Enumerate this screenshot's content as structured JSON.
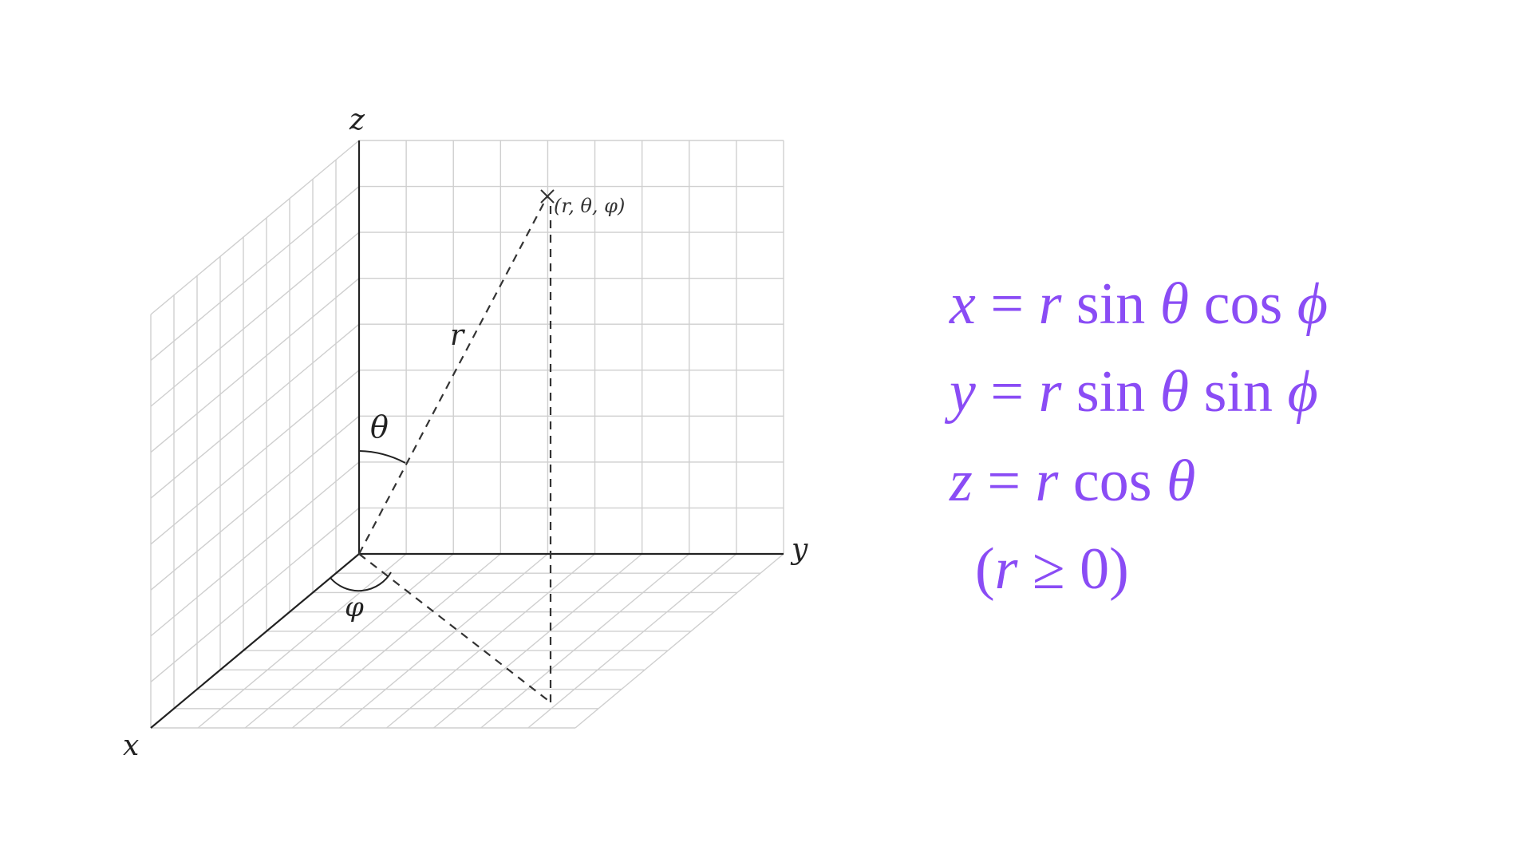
{
  "axes": {
    "x": "x",
    "y": "y",
    "z": "z"
  },
  "point_label": "(r, θ, φ)",
  "labels": {
    "radius": "r",
    "polar_angle": "θ",
    "azimuth_angle": "φ"
  },
  "equations": {
    "x": {
      "lhs": "x",
      "eq": "=",
      "r": "r",
      "f1": "sin",
      "a1": "θ",
      "f2": "cos",
      "a2": "ϕ"
    },
    "y": {
      "lhs": "y",
      "eq": "=",
      "r": "r",
      "f1": "sin",
      "a1": "θ",
      "f2": "sin",
      "a2": "ϕ"
    },
    "z": {
      "lhs": "z",
      "eq": "=",
      "r": "r",
      "f1": "cos",
      "a1": "θ"
    },
    "condition": {
      "open": "(",
      "r": "r",
      "rel": "≥",
      "value": "0",
      "close": ")"
    }
  },
  "colors": {
    "equation": "#8a4cf5",
    "grid": "#cfcfcf",
    "axis": "#222222"
  }
}
